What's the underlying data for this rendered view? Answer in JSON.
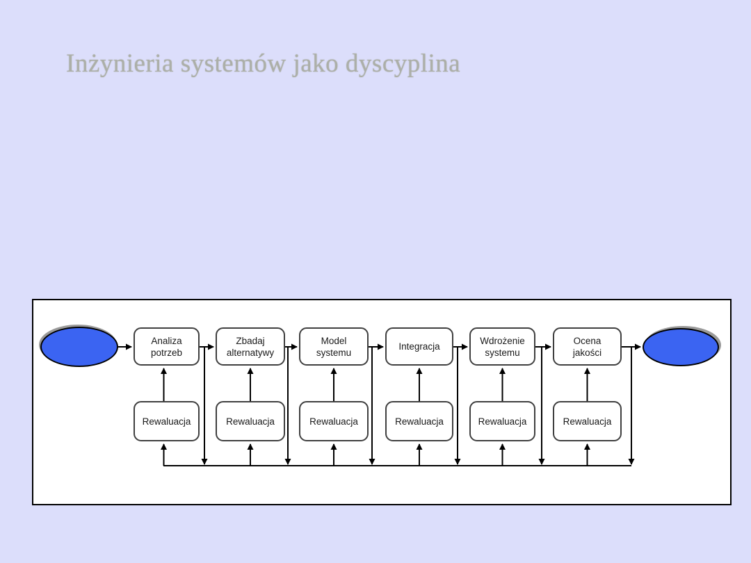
{
  "theme": {
    "background_light": "#DCDEFB",
    "background_dark": "#A9BEF8",
    "terminator_fill": "#3B64F2",
    "title_color": "#ACAFA8",
    "line_color": "#000000",
    "box_border": "#3F3F3F"
  },
  "slide": {
    "title": "Inżynieria systemów jako dyscyplina"
  },
  "diagram": {
    "stages": [
      {
        "label": [
          "Analiza",
          "potrzeb"
        ]
      },
      {
        "label": [
          "Zbadaj",
          "alternatywy"
        ]
      },
      {
        "label": [
          "Model",
          "systemu"
        ]
      },
      {
        "label": [
          "Integracja"
        ]
      },
      {
        "label": [
          "Wdrożenie",
          "systemu"
        ]
      },
      {
        "label": [
          "Ocena",
          "jakości"
        ]
      }
    ],
    "feedback_label": "Rewaluacja"
  }
}
